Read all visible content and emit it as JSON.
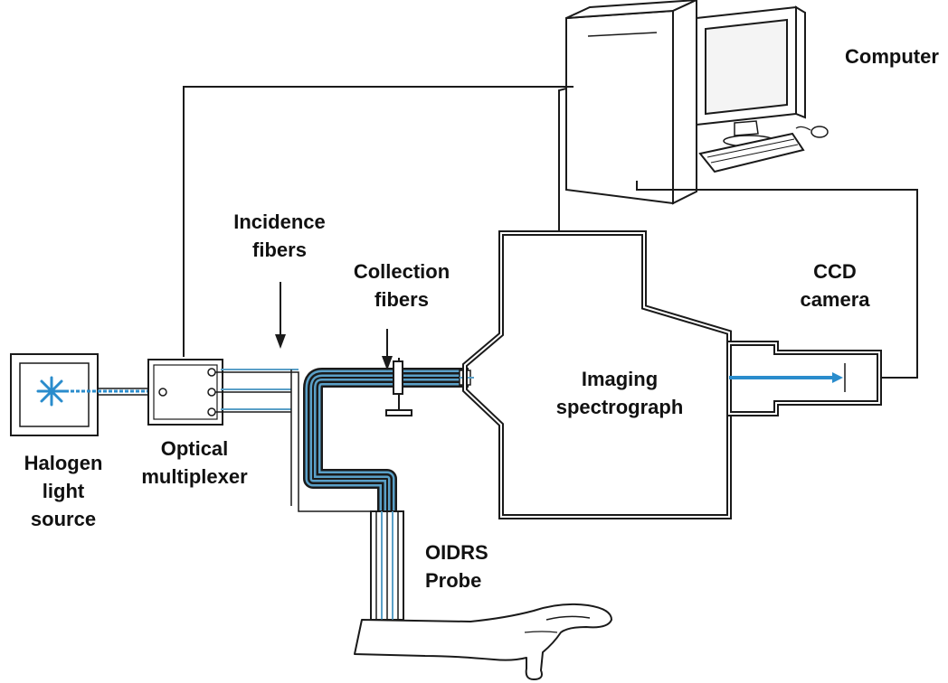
{
  "labels": {
    "computer": "Computer",
    "incidence": [
      "Incidence",
      "fibers"
    ],
    "collection": [
      "Collection",
      "fibers"
    ],
    "ccd": [
      "CCD",
      "camera"
    ],
    "imaging": [
      "Imaging",
      "spectrograph"
    ],
    "halogen": [
      "Halogen",
      "light",
      "source"
    ],
    "multiplexer": [
      "Optical",
      "multiplexer"
    ],
    "probe": [
      "OIDRS",
      "Probe"
    ]
  },
  "colors": {
    "line": "#1a1a1a",
    "fiber": "#5aa0c8",
    "light": "#2a8ccc",
    "equipment_fill": "#ffffff"
  }
}
